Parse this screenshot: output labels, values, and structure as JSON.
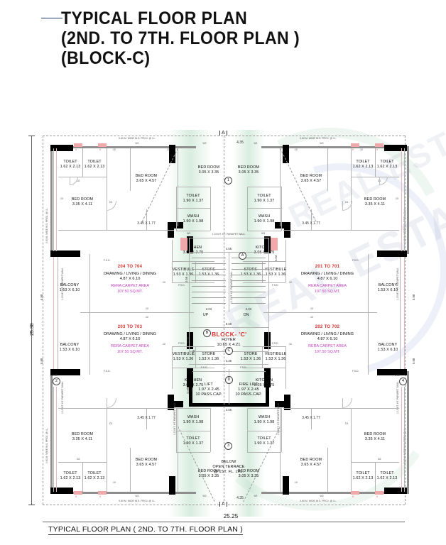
{
  "title": {
    "line1": "TYPICAL FLOOR PLAN",
    "line2": "(2ND. TO 7TH. FLOOR PLAN )",
    "line3": "(BLOCK-C)"
  },
  "bottom_caption": "TYPICAL FLOOR PLAN ( 2ND. TO  7TH. FLOOR  PLAN )",
  "overall_dimensions": {
    "width": "25.25",
    "height": "25.38"
  },
  "colors": {
    "unit_number": "#d4322c",
    "rera_text": "#c43ec4",
    "wall": "#000000",
    "dimension": "#333333"
  },
  "block_label": "BLOCK- 'C'",
  "core": {
    "foyer_name": "FOYER",
    "foyer_dim": "10.65 X 4.21",
    "lift_name": "LIFT",
    "lift_dim": "1.97 X 2.45",
    "lift_cap": "10 PASS.CAP.",
    "fire_lift_name": "FIRE LIFT",
    "fire_lift_dim": "1.97 X 2.45",
    "fire_lift_cap": "10 PASS.CAP.",
    "stair_up": "UP",
    "stair_dn": "DN",
    "parapet_note": "1.15 MT. HT. PARAPET WALL",
    "core_dims": [
      "4.55",
      "2.03",
      "2.03",
      "2.03",
      "4.66",
      "2.58",
      "1.46",
      "3.08",
      "4.35",
      "5.68",
      "4.55"
    ]
  },
  "terrace_note": {
    "line1": "BELOW",
    "line2": "OPEN TERRACE",
    "line3": "@ 1ST. FL. LVL."
  },
  "units": [
    {
      "id": "unit-201-701",
      "number": "201 TO  701",
      "use": "DRAWING / LIVING / DINING",
      "size": "4.87 X 6.10",
      "rera_label": "RERA CARPET AREA",
      "rera_area": "107.50 SQ.MT."
    },
    {
      "id": "unit-202-702",
      "number": "202 TO  702",
      "use": "DRAWING / LIVING / DINING",
      "size": "4.87 X 6.10",
      "rera_label": "RERA CARPET AREA",
      "rera_area": "107.50 SQ.MT."
    },
    {
      "id": "unit-203-703",
      "number": "203 TO  703",
      "use": "DRAWING / LIVING / DINING",
      "size": "4.87 X 6.10",
      "rera_label": "RERA CARPET AREA",
      "rera_area": "107.50 SQ.MT."
    },
    {
      "id": "unit-204-704",
      "number": "204 TO  704",
      "use": "DRAWING / LIVING / DINING",
      "size": "4.87 X 6.10",
      "rera_label": "RERA CARPET AREA",
      "rera_area": "107.50 SQ.MT."
    }
  ],
  "rooms": {
    "bedroom_master": {
      "name": "BED ROOM",
      "dim": "3.65 X 4.57"
    },
    "bedroom_a": {
      "name": "BED ROOM",
      "dim": "3.35 X 4.11"
    },
    "bedroom_b": {
      "name": "BED ROOM",
      "dim": "3.05 X 3.35"
    },
    "toilet_small": {
      "name": "TOILET",
      "dim": "1.62 X 2.13"
    },
    "toilet_mid": {
      "name": "TOILET",
      "dim": "1.90 X 1.37"
    },
    "wash": {
      "name": "WASH",
      "dim": "1.90 X 1.98"
    },
    "kitchen": {
      "name": "KITCHEN",
      "dim": "3.05 X 2.75"
    },
    "vestibule": {
      "name": "VESTIBULE",
      "dim": "1.53 X 1.36"
    },
    "store": {
      "name": "STORE",
      "dim": "1.53 X 1.36"
    },
    "balcony": {
      "name": "BALCONY",
      "dim": "1.53 X 6.10"
    },
    "passage_dim": "3.45 X 1.77"
  },
  "notes": {
    "ws_proj": "0.60 M. WIDE W.S. PROJ. @ I.L.",
    "parapet_115": "1.15 MT. HT. PARAPET WALL",
    "fsd": "F.S.D."
  },
  "grid_marks": [
    "1",
    "2",
    "3",
    "4",
    "A",
    "B",
    "C",
    "D"
  ],
  "section_marks": [
    "A",
    "A"
  ],
  "edge_dims": {
    "top_center": "4.35",
    "bottom_center": "4.35",
    "left_seg": "5.98",
    "right_seg": "5.98",
    "small": "2.60"
  },
  "window_tags": [
    "W1",
    "W2",
    "W3",
    "D1",
    "D2",
    "D3"
  ],
  "watermark": {
    "text1": "REAL ESTATE",
    "text2": "REAL ESTATE"
  }
}
